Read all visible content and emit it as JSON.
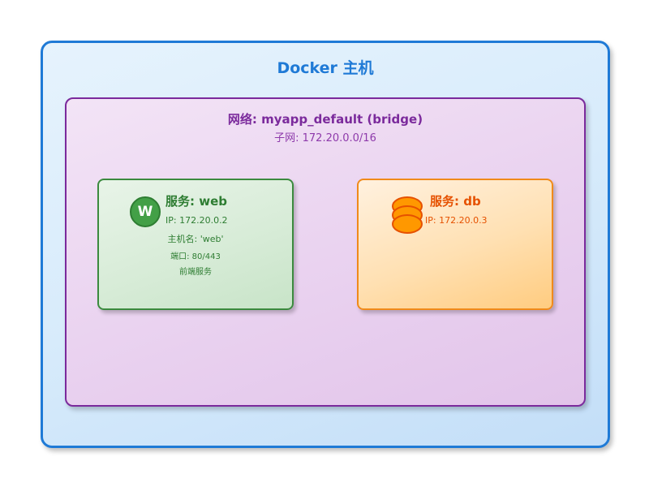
{
  "host": {
    "title": "Docker 主机"
  },
  "network": {
    "title": "网络: myapp_default (bridge)",
    "subnet": "子网: 172.20.0.0/16"
  },
  "services": {
    "web": {
      "badge": "W",
      "title": "服务: web",
      "ip": "IP: 172.20.0.2",
      "hostname": "主机名: 'web'",
      "ports": "端口: 80/443",
      "role": "前端服务"
    },
    "db": {
      "title": "服务: db",
      "ip": "IP: 172.20.0.3"
    }
  },
  "colors": {
    "host": "#1f7ad6",
    "network": "#7b2a9c",
    "web": "#2e7d32",
    "db": "#e65100",
    "db_icon_fill": "#ff9800"
  }
}
